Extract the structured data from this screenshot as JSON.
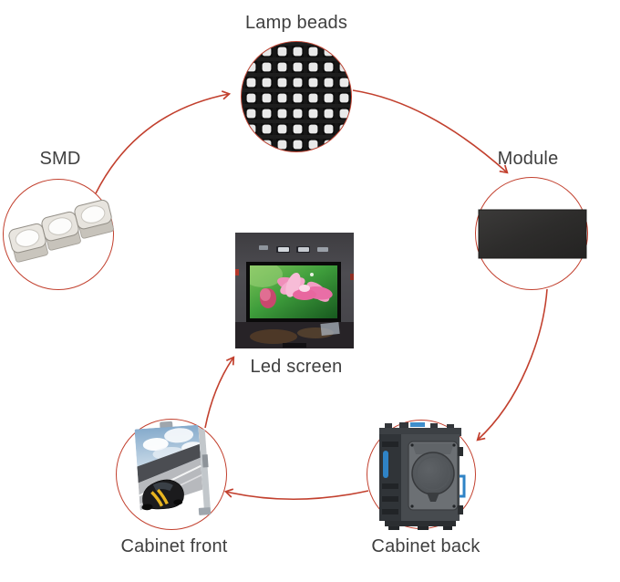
{
  "diagram": {
    "background_color": "#ffffff",
    "accent_color": "#c2402e",
    "text_color": "#3f3f3f",
    "nodes": {
      "smd": {
        "label": "SMD",
        "image": "three smd led chips"
      },
      "lamp_beads": {
        "label": "Lamp beads",
        "image": "black led lamp bead matrix"
      },
      "module": {
        "label": "Module",
        "image": "dark led module rectangle"
      },
      "led_screen": {
        "label": "Led screen",
        "image": "led screen showing lotus flowers"
      },
      "cabinet_back": {
        "label": "Cabinet back",
        "image": "metal cabinet rear with round hub"
      },
      "cabinet_front": {
        "label": "Cabinet front",
        "image": "led cabinet showing race car"
      }
    },
    "arrows": [
      {
        "from": "smd",
        "to": "lamp_beads"
      },
      {
        "from": "lamp_beads",
        "to": "module"
      },
      {
        "from": "module",
        "to": "cabinet_back"
      },
      {
        "from": "cabinet_back",
        "to": "cabinet_front"
      },
      {
        "from": "cabinet_front",
        "to": "led_screen"
      }
    ]
  }
}
